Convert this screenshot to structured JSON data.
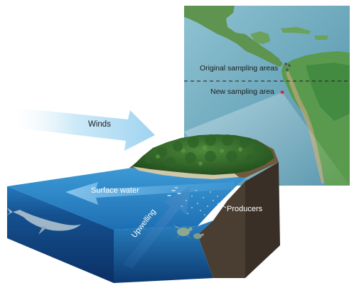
{
  "labels": {
    "original_sampling_areas": "Original sampling areas",
    "new_sampling_area": "New sampling area",
    "winds": "Winds",
    "surface_water": "Surface water",
    "upwelling": "Upwelling",
    "producers": "Producers"
  },
  "colors": {
    "ocean_map": "#7fb6c6",
    "land_map": "#5f9a55",
    "water_surface": "#2a86c8",
    "water_deep": "#0d3f79",
    "sediment": "#3c3129",
    "wind_arrow": "#bfe3f6",
    "new_site_marker": "#d81b2a",
    "original_site_marker": "#555a66"
  }
}
